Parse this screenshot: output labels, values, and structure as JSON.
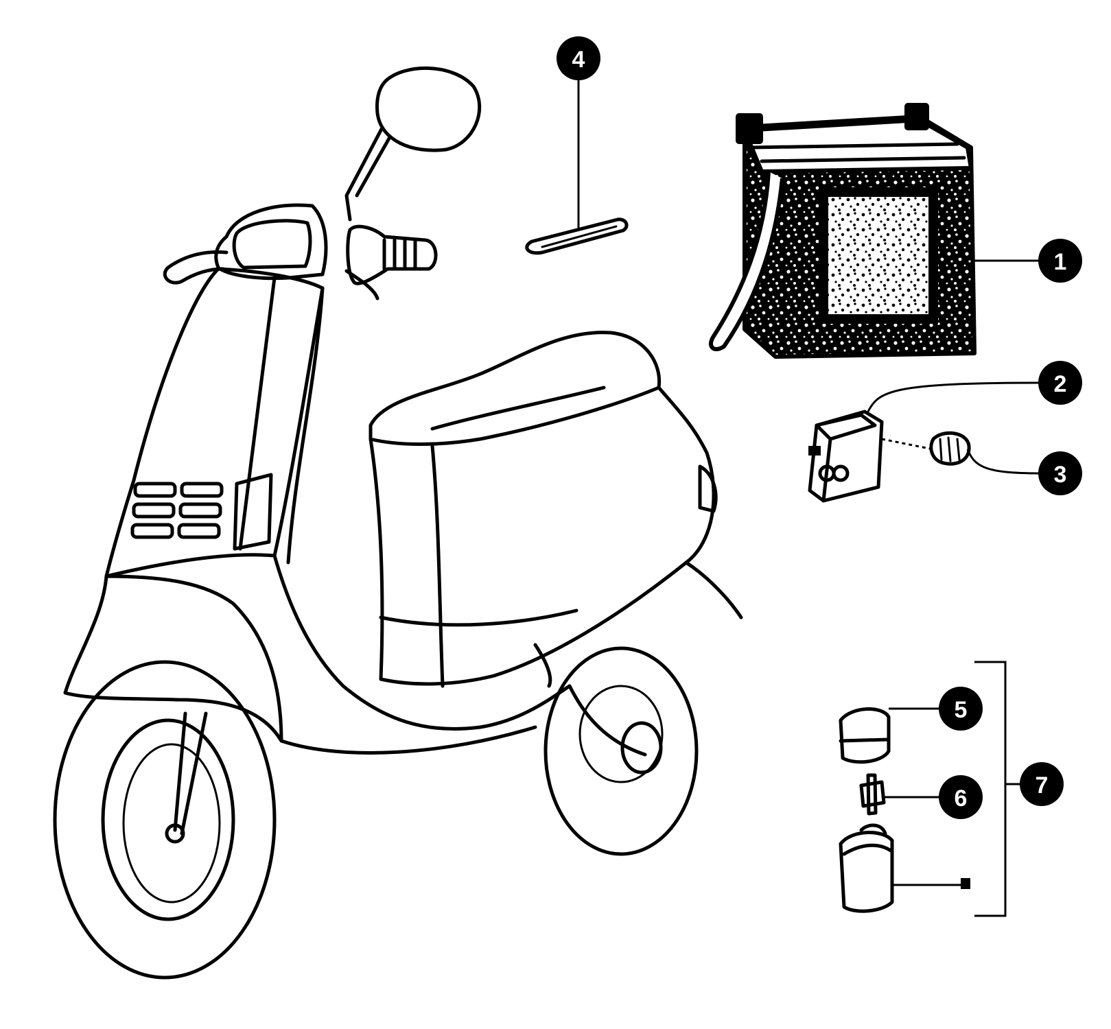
{
  "callouts": [
    {
      "label": "1"
    },
    {
      "label": "2"
    },
    {
      "label": "3"
    },
    {
      "label": "4"
    },
    {
      "label": "5"
    },
    {
      "label": "6"
    },
    {
      "label": "7"
    }
  ],
  "colors": {
    "ink": "#000000",
    "paper": "#ffffff"
  }
}
